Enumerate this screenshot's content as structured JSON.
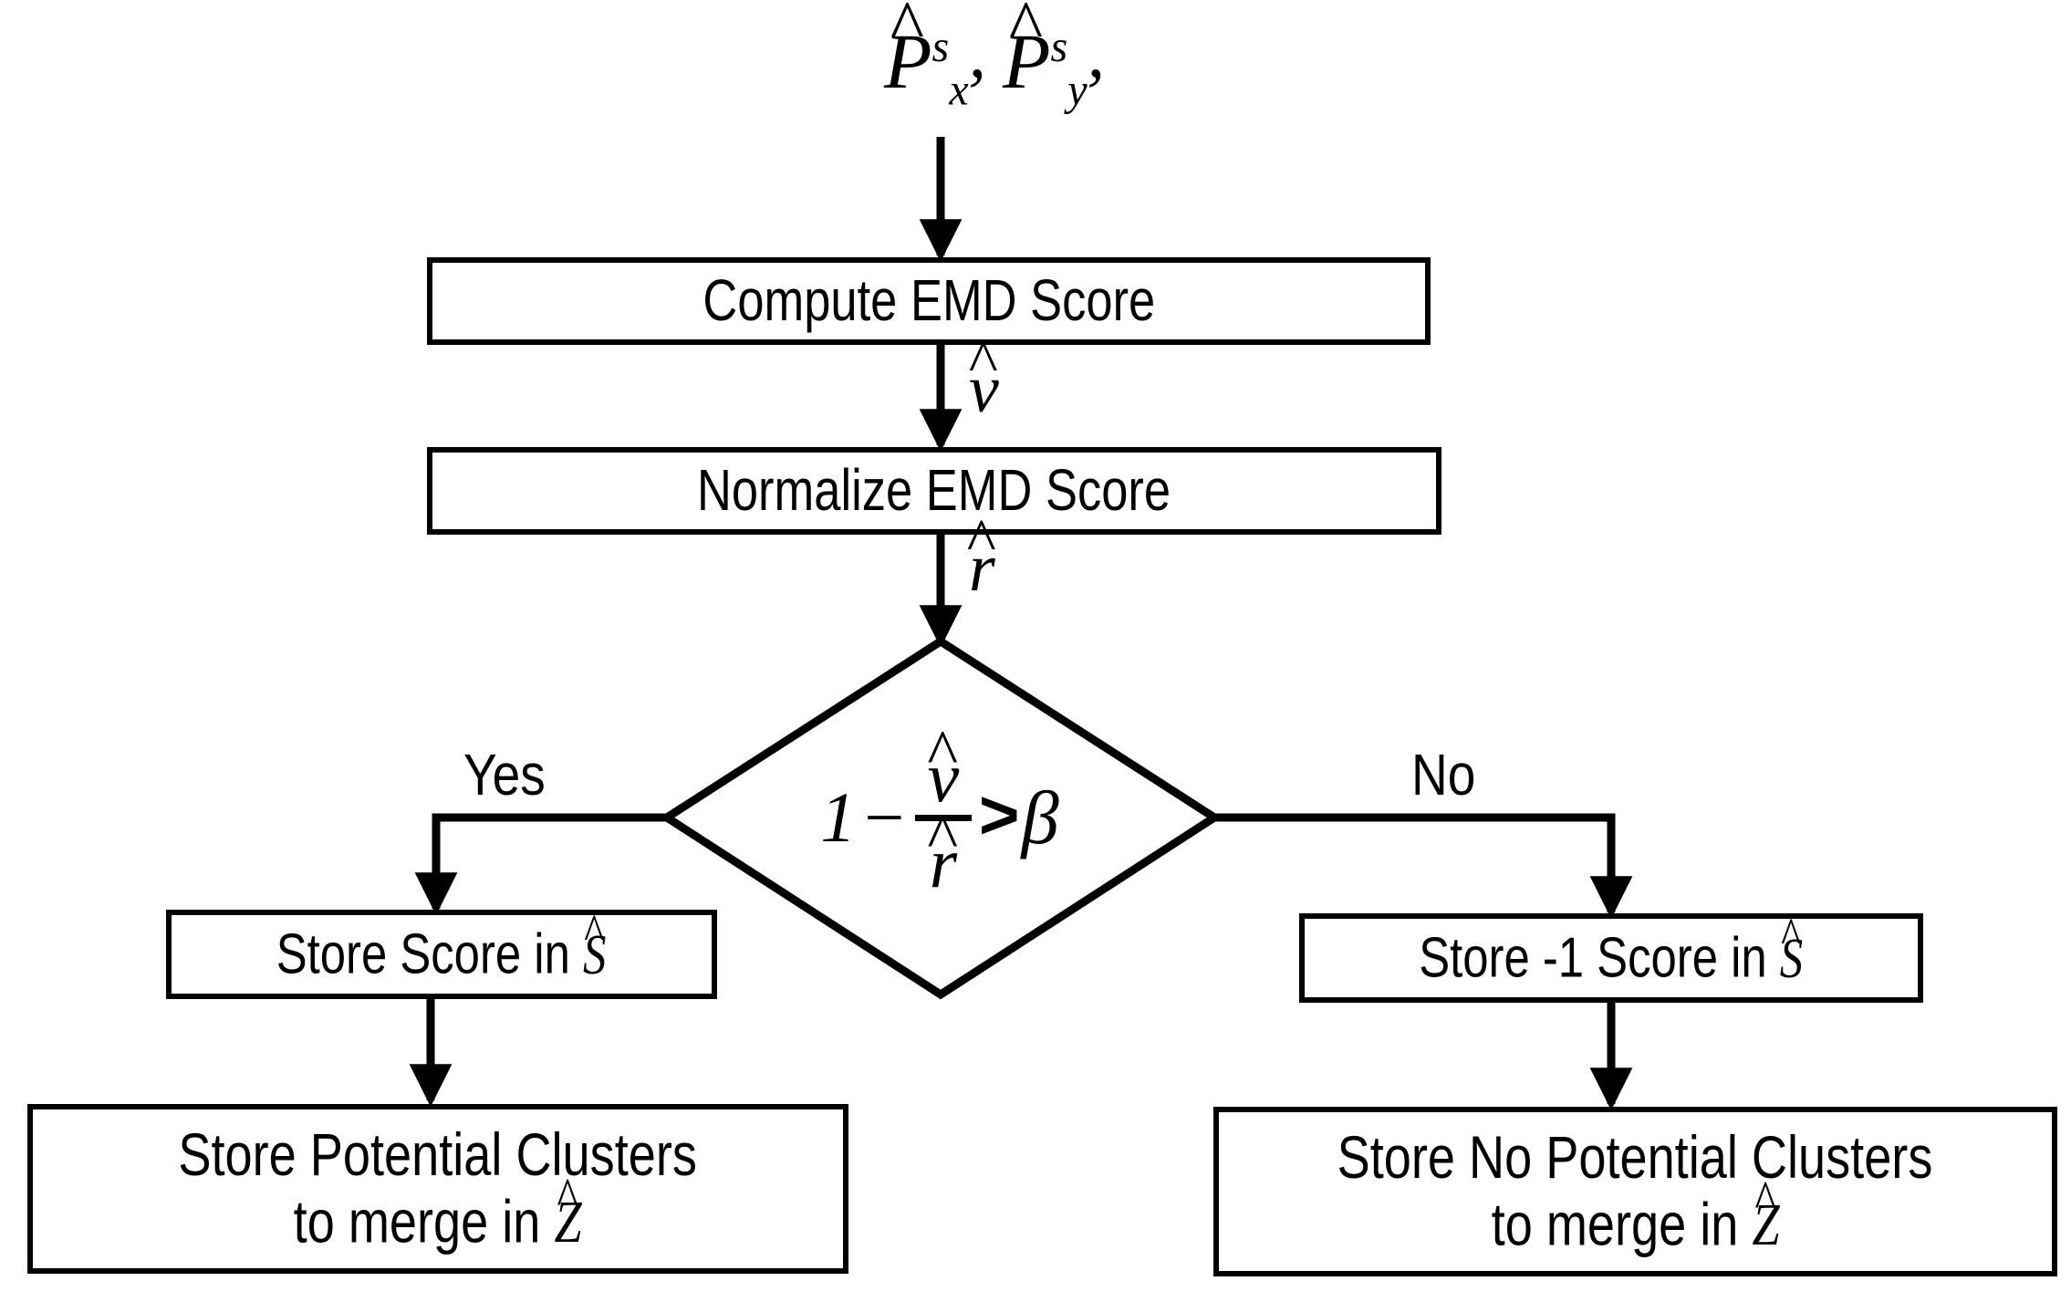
{
  "diagram": {
    "title": "EMD score cluster-merging decision flowchart",
    "colors": {
      "stroke": "#000000",
      "fill": "#ffffff",
      "text": "#000000"
    },
    "input_label": {
      "name": "input-variables",
      "base1": "P",
      "sup1": "s",
      "sub1": "x",
      "comma1": ",",
      "base2": "P",
      "sup2": "s",
      "sub2": "y",
      "comma2": ",",
      "hat": "^",
      "plain": "P̂ˢₓ, P̂ˢᵧ,"
    },
    "nodes": [
      {
        "id": "compute-emd",
        "label": "Compute EMD Score",
        "shape": "process"
      },
      {
        "id": "normalize-emd",
        "label": "Normalize EMD Score",
        "shape": "process"
      },
      {
        "id": "decision",
        "shape": "decision",
        "formula": "1 − v̂/r̂ > β",
        "one": "1",
        "minus": "−",
        "numerator": "v",
        "denominator": "r",
        "operator": ">",
        "threshold": "β"
      },
      {
        "id": "store-score",
        "label_prefix": "Store Score in ",
        "symbol": "S",
        "shape": "process"
      },
      {
        "id": "store-neg1-score",
        "label_prefix": "Store -1 Score in ",
        "symbol": "S",
        "shape": "process"
      },
      {
        "id": "store-potential-clusters",
        "line1": "Store Potential Clusters",
        "line2_prefix": "to merge in ",
        "symbol": "Z",
        "shape": "process"
      },
      {
        "id": "store-no-potential-clusters",
        "line1": "Store No Potential Clusters",
        "line2_prefix": "to merge in ",
        "symbol": "Z",
        "shape": "process"
      }
    ],
    "edge_labels": [
      {
        "id": "edge-v-hat",
        "symbol": "v",
        "hat": "^"
      },
      {
        "id": "edge-r-hat",
        "symbol": "r",
        "hat": "^"
      }
    ],
    "branches": [
      {
        "id": "branch-yes",
        "label": "Yes",
        "side": "left"
      },
      {
        "id": "branch-no",
        "label": "No",
        "side": "right"
      }
    ]
  }
}
